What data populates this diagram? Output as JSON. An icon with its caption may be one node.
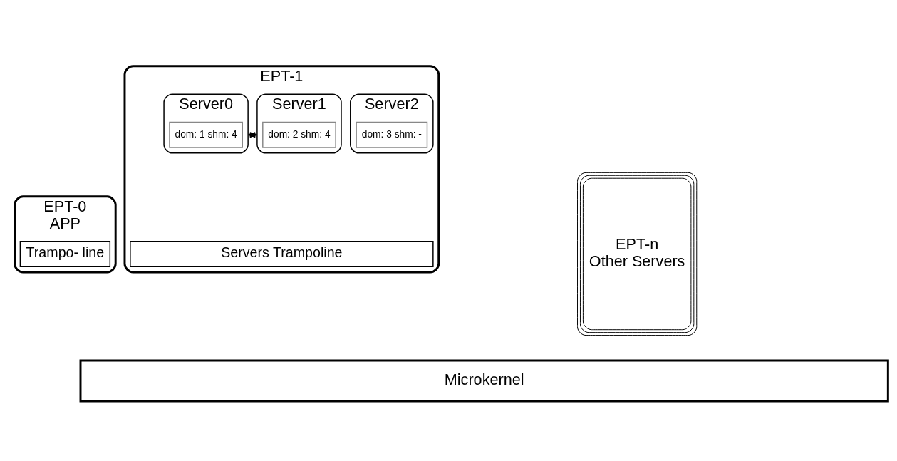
{
  "diagram": {
    "nodes": [
      {
        "text": [
          "EPT-0",
          "APP"
        ]
      },
      {
        "text": [
          "Trampo- line"
        ],
        "in": 0
      },
      {
        "text": [
          "EPT-1"
        ]
      },
      {
        "text": [
          "Server0"
        ],
        "in": 2
      },
      {
        "text": [
          "dom: 1 shm: 4"
        ],
        "in": 3
      },
      {
        "text": [
          "Server1"
        ],
        "in": 2
      },
      {
        "text": [
          "dom: 2 shm: 4"
        ],
        "in": 5
      },
      {
        "text": [
          "Server2"
        ],
        "in": 2
      },
      {
        "text": [
          "dom: 3 shm: -"
        ],
        "in": 7
      },
      {
        "text": [
          "Servers Trampoline"
        ],
        "in": 2
      },
      {
        "text": [
          "EPT-n",
          "Other Servers"
        ]
      },
      {
        "text": [
          "Microkernel"
        ]
      }
    ],
    "edges": [
      {
        "from": 3,
        "to": 5,
        "arrow": "both"
      }
    ]
  }
}
